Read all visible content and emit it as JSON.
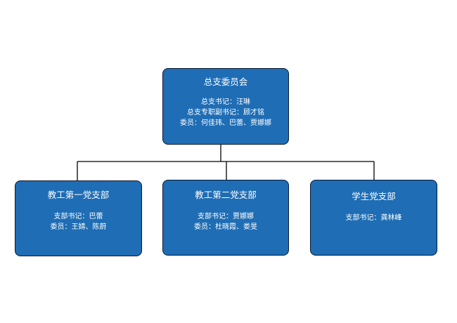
{
  "colors": {
    "node_fill": "#1e6db5",
    "node_border": "#0b1a33",
    "node_text": "#ffffff",
    "connector": "#000000",
    "background": "#ffffff"
  },
  "org": {
    "root": {
      "title": "总支委员会",
      "lines": [
        "总支书记：汪琳",
        "总支专职副书记：顾才铭",
        "委员：何佳玮、巴蕾、贾娜娜"
      ]
    },
    "branches": [
      {
        "title": "教工第一党支部",
        "lines": [
          "支部书记：巴蕾",
          "委员：王婧、陈蔚"
        ]
      },
      {
        "title": "教工第二党支部",
        "lines": [
          "支部书记：贾娜娜",
          "委员：杜晓霞、娄旻"
        ]
      },
      {
        "title": "学生党支部",
        "lines": [
          "支部书记：龚林峰"
        ]
      }
    ]
  }
}
